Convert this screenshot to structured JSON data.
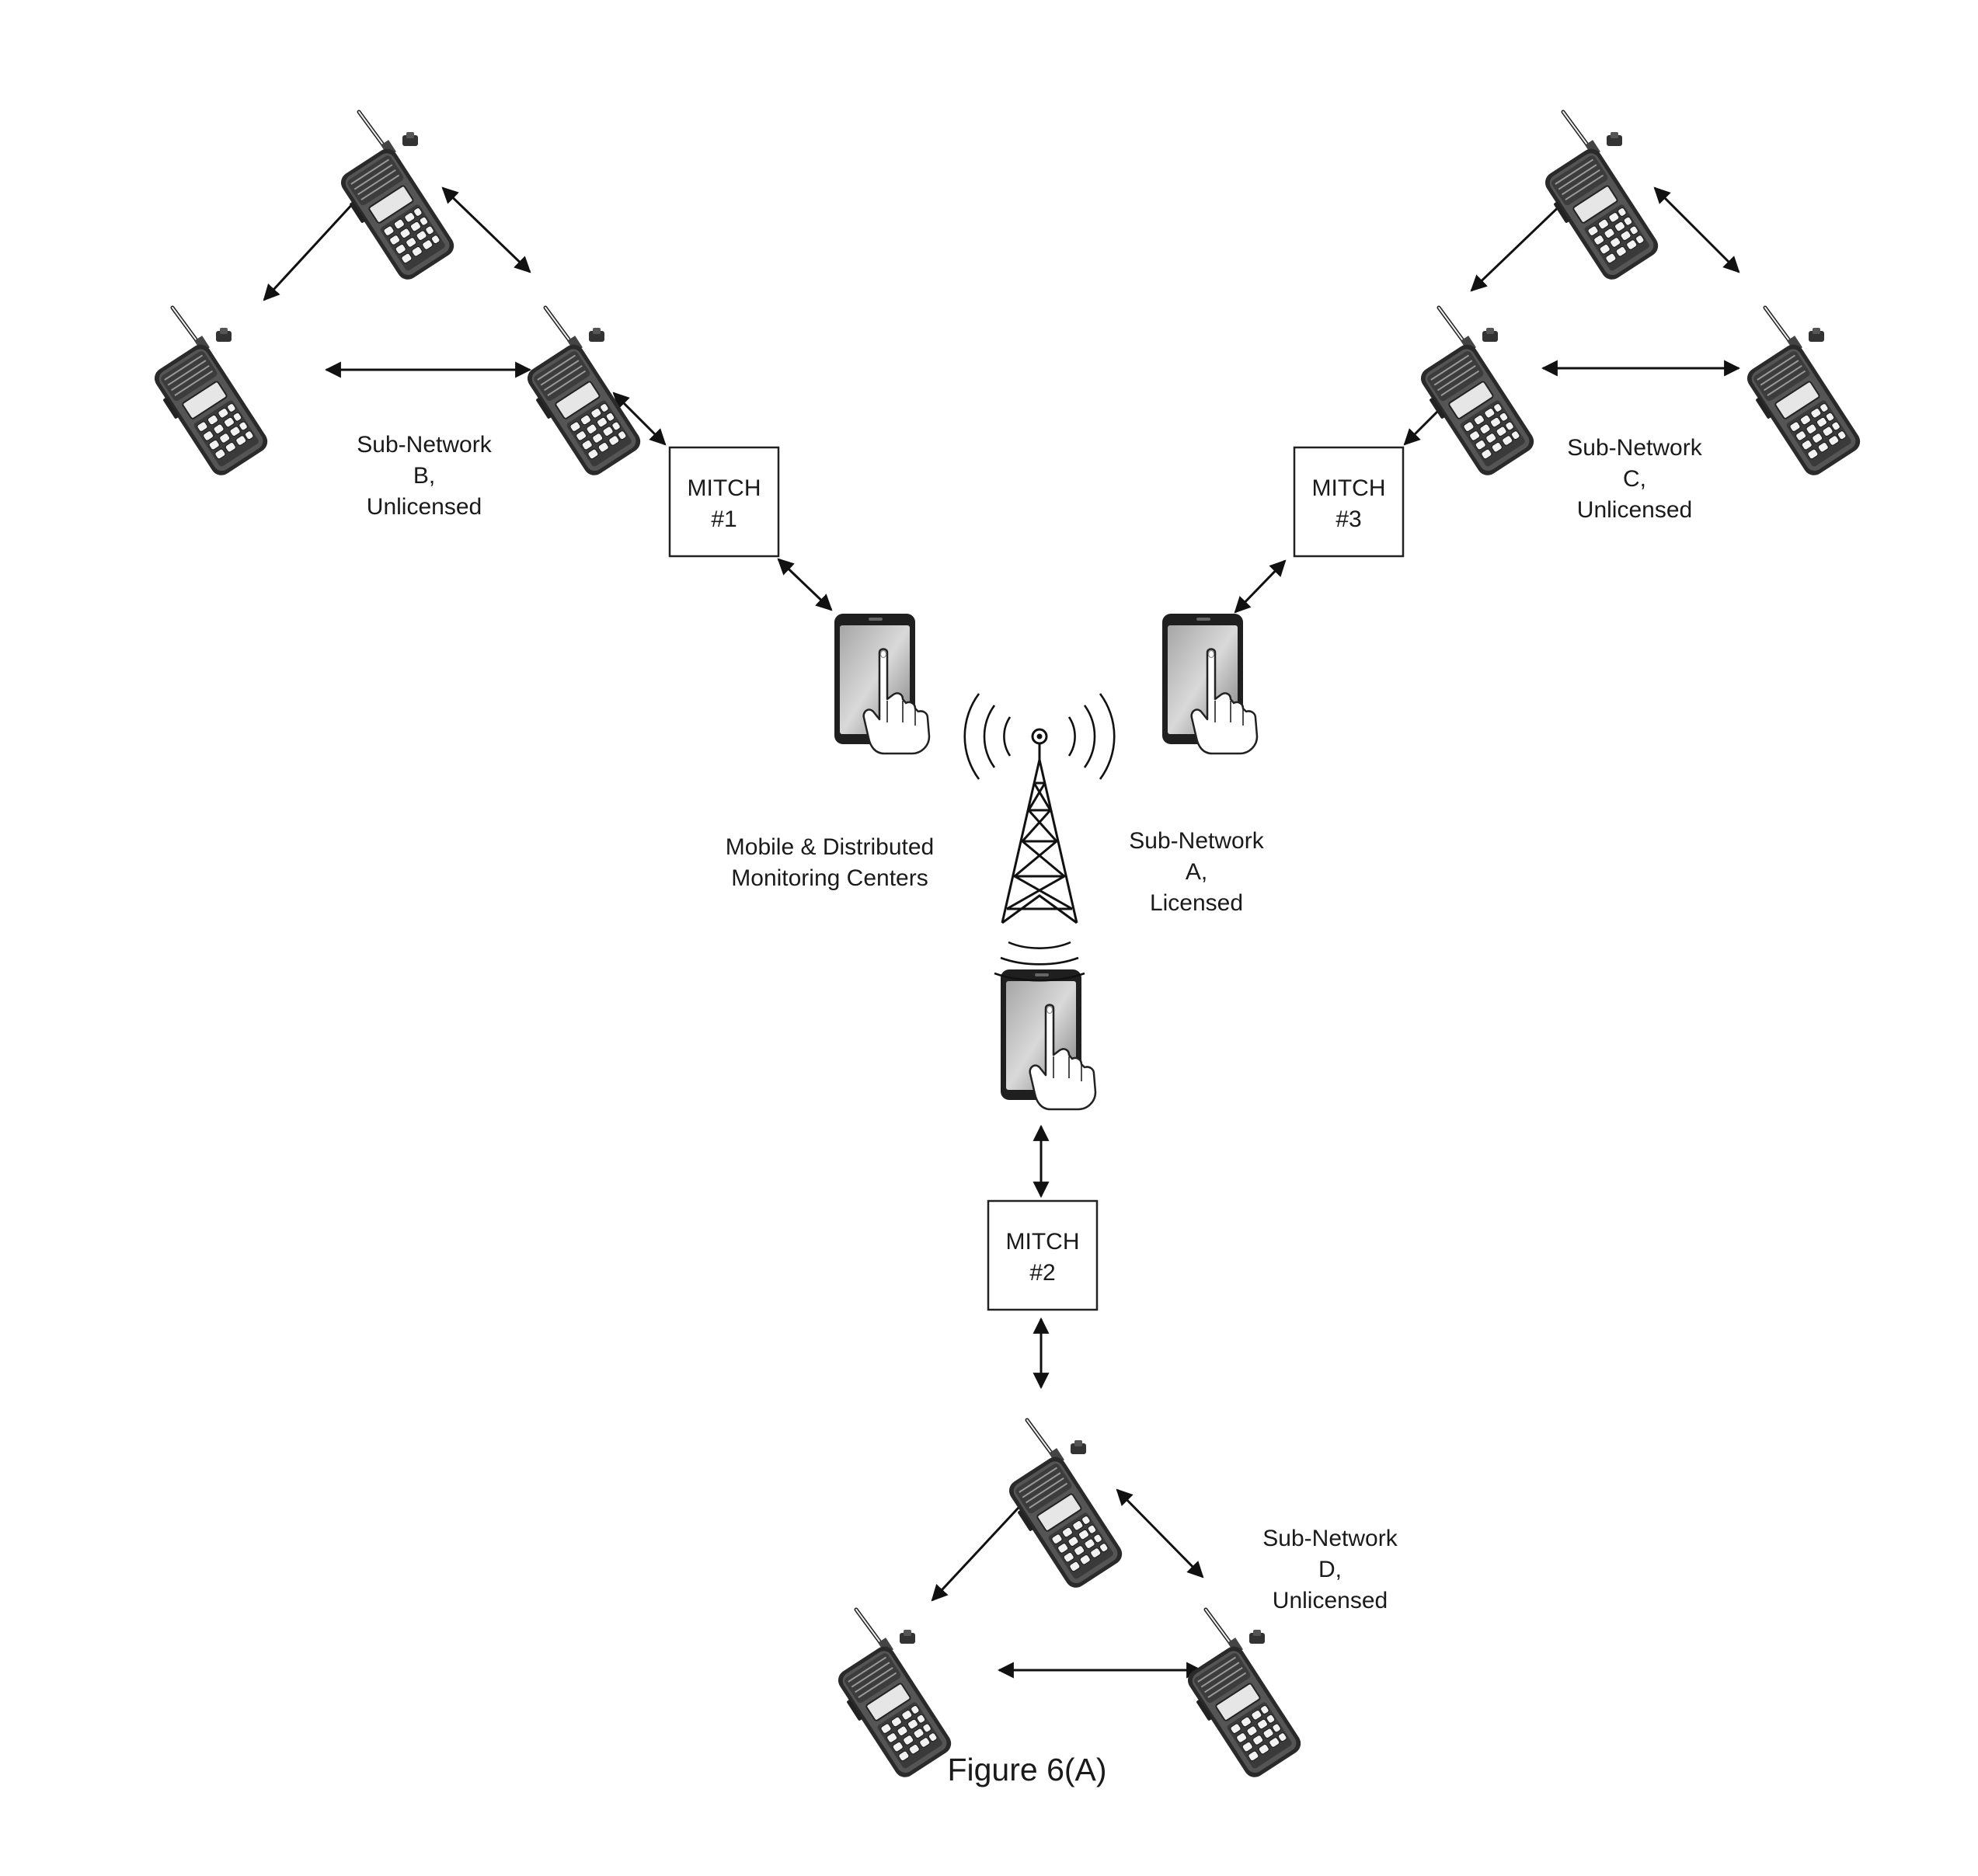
{
  "figure": {
    "caption": "Figure 6(A)",
    "tower_label": [
      "Mobile & Distributed",
      "Monitoring Centers"
    ],
    "subnetworks": {
      "A": [
        "Sub-Network",
        "A,",
        "Licensed"
      ],
      "B": [
        "Sub-Network",
        "B,",
        "Unlicensed"
      ],
      "C": [
        "Sub-Network",
        "C,",
        "Unlicensed"
      ],
      "D": [
        "Sub-Network",
        "D,",
        "Unlicensed"
      ]
    },
    "mitch": {
      "m1": [
        "MITCH",
        "#1"
      ],
      "m2": [
        "MITCH",
        "#2"
      ],
      "m3": [
        "MITCH",
        "#3"
      ]
    }
  },
  "icons": {
    "radio": "handheld-radio-icon",
    "phone": "smartphone-hand-icon",
    "tower": "cell-tower-icon",
    "arrow": "bidirectional-arrow"
  }
}
